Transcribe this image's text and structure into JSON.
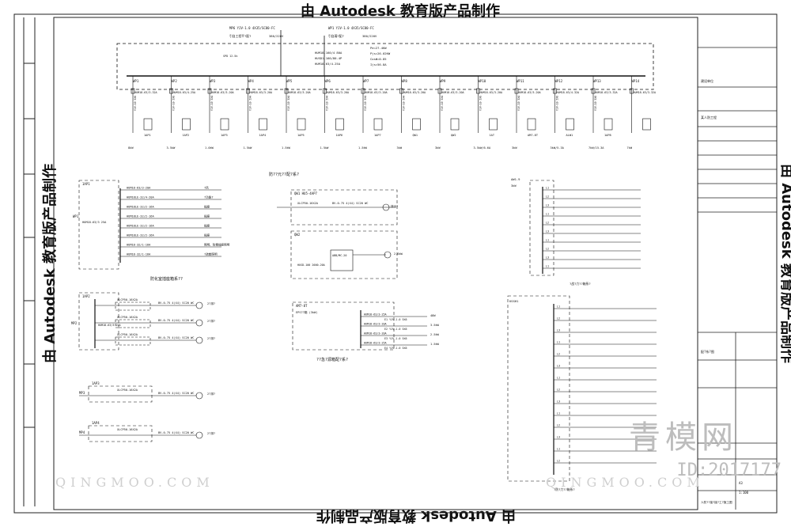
{
  "banner": "由 Autodesk 教育版产品制作",
  "watermark": {
    "main": "青模网",
    "site": "QINGMOO.COM",
    "id": "ID:2017177"
  },
  "top_feeds": {
    "mp_feed": "MP6 YJV-1.0 4X35/SC80-FC",
    "mp_src": "引自工程平?配?",
    "mp_rating": "380/220V",
    "wp_feed": "WP1 YJV-1.0 4X35/SC80-FC",
    "wp_src": "引自弱?配?",
    "wp_rating": "380/220V",
    "load_calc": [
      "Pe=27.4KW",
      "Pjs=26.02KW",
      "CosΦ=0.85",
      "Ijs=56.8A"
    ],
    "main_breaker": "HUM18-160/4 80A",
    "main_iso": "HUSD1-160/80-4P",
    "spd": "HUM18-63/4-25A",
    "spd_note": "SPD 12.5k"
  },
  "circuits": [
    {
      "id": "WP1",
      "breaker": "HUM18-63/3-32A",
      "cable": "YJV-10 5X6",
      "dest": "1AP1",
      "load": "8kW"
    },
    {
      "id": "WP2",
      "breaker": "HUM18-63/4-25A",
      "cable": "YJV-10 5X6",
      "dest": "1AP2",
      "load": "3.5kW"
    },
    {
      "id": "WP3",
      "breaker": "HUM18-63/3-20A",
      "cable": "YJV-10 5X4",
      "dest": "1AP3",
      "load": "1.0kW"
    },
    {
      "id": "WP4",
      "breaker": "HUM18-63/3-20A",
      "cable": "YJV-10 5X4",
      "dest": "1AP4",
      "load": "1.5kW"
    },
    {
      "id": "WP5",
      "breaker": "HUM18-63/3-20A",
      "cable": "YJV-10 5X4",
      "dest": "1AP5",
      "load": "1.5kW"
    },
    {
      "id": "WP6",
      "breaker": "HUM18-63/3-20A",
      "cable": "YJV-10 5X4",
      "dest": "1AP6",
      "load": "1.5kW"
    },
    {
      "id": "WP7",
      "breaker": "HUM18-63/3-20A",
      "cable": "YJV-10 5X4",
      "dest": "1AP7",
      "load": "1.5kW"
    },
    {
      "id": "WP8",
      "breaker": "HUM18-63/3-20A",
      "cable": "YJV-10 5X4",
      "dest": "QW1",
      "load": "3kW"
    },
    {
      "id": "WP9",
      "breaker": "HUM18-63/3-20A",
      "cable": "YJV-10 5X4",
      "dest": "QW2",
      "load": "3kW"
    },
    {
      "id": "WP10",
      "breaker": "HUM18-63/3-20A",
      "cable": "YJV-10 5X6",
      "dest": "1AT",
      "load": "3.5kW/6.6A"
    },
    {
      "id": "WP11",
      "breaker": "HUM18-63/3-20A",
      "cable": "YJV-10 5X4",
      "dest": "AM7-8T",
      "load": "3kW"
    },
    {
      "id": "WP12",
      "breaker": "HUM18-63/4-32A",
      "cable": "YJV-10 5X6",
      "dest": "ALW1",
      "load": "3kW/5.3A"
    },
    {
      "id": "WP13",
      "breaker": "HUM18-63/3-32A",
      "cable": "YJV-10 5X6",
      "dest": "1AP8",
      "load": "7kW/15.3A"
    },
    {
      "id": "WP14",
      "breaker": "HUM18-63/3-32A",
      "cable": "",
      "dest": "",
      "load": "7kW"
    }
  ],
  "panel_1ap1": {
    "tag": "1AP1",
    "inlet": "WP1",
    "main": "HUM18-63/3 25A",
    "rows": [
      {
        "breaker": "HUM18-63/3-20A",
        "desc": "?风"
      },
      {
        "breaker": "HUM18LE-32/4-20A",
        "desc": "?功能?"
      },
      {
        "breaker": "HUM18LE-32/2-16A",
        "desc": "插座"
      },
      {
        "breaker": "HUM18LE-32/2-16A",
        "desc": "插座"
      },
      {
        "breaker": "HUM18LE-32/2-16A",
        "desc": "插座"
      },
      {
        "breaker": "HUM18LE-32/2-16A",
        "desc": "插座"
      },
      {
        "breaker": "HUM18-32/1-16A",
        "desc": "照明、除毒插座照明"
      },
      {
        "breaker": "HUM18-32/1-16A",
        "desc": "?疏散照明"
      }
    ],
    "caption": "防化室插座箱系??"
  },
  "panel_mp2": {
    "tag": "1AP2",
    "inlet": "MP2",
    "main": "HUM18-63/3 25A",
    "rows": [
      "XLCP50-16X2A",
      "XLCP50-16X2A",
      "XLCP50-16X2A"
    ],
    "cable": "BV-0.75 4(X4) SC20 WC",
    "out": "2?排?"
  },
  "panel_mp3": {
    "tag": "1AP3",
    "inlet": "MP3",
    "breaker": "XLCP50-16X2A",
    "cable": "BV-0.75 4(X4) SC20 WC",
    "out": "2?排?"
  },
  "panel_mp4": {
    "tag": "1AP4",
    "inlet": "MP4",
    "breaker": "XLCP50-16X2A",
    "cable": "BV-0.75 4(X4) SC20 WC",
    "out": "2?排?"
  },
  "panel_water": {
    "caption": "防??元??配?系?",
    "qw1": "QW1 HU5-4AP7",
    "qw2": "QW2",
    "breaker": "XLCP50-16X2A",
    "cable": "BV-0.75 4(X4) SC20 WC",
    "pump": "排污?",
    "load": "2.6kW",
    "ctrl": "HUSD-100 2000-20A",
    "inv": "ABB/MC-20"
  },
  "panel_eps": {
    "tag": "AM7-8T",
    "sub": "EPS??箱 (3kW)",
    "rows": [
      {
        "breaker": "HUM18-63/3-25A",
        "cable": "E1 YJV-1.0 5X6",
        "load": "48W"
      },
      {
        "breaker": "HUM18-63/3-20A",
        "cable": "E2 YJV-1.0 5X6",
        "load": "3.5kW"
      },
      {
        "breaker": "HUM18-63/3-20A",
        "cable": "E3 YJV-1.0 5X6",
        "load": "2.5kW"
      },
      {
        "breaker": "HUM18-63/3-25A",
        "cable": "E4 YJV-1.0 5X6",
        "load": "1.5kW"
      }
    ],
    "caption": "??急?源箱配?系?"
  },
  "panel_right1": {
    "tag": "AW1-9",
    "note": "3kW",
    "rows": [
      "L1",
      "L2",
      "L3",
      "L1",
      "L2",
      "L3",
      "L1",
      "L2",
      "L3",
      "L1"
    ],
    "caption": "?战?力??箱系?"
  },
  "panel_right2": {
    "tag": "KSSH1",
    "rows": [
      "L1",
      "L2",
      "L3",
      "L1",
      "L2",
      "L3",
      "L1",
      "L2",
      "L3",
      "L1",
      "L2",
      "L3",
      "L1",
      "L2"
    ],
    "caption": "?防?力??箱系?"
  },
  "title_block": {
    "owner": "建设单位",
    "project": "某人防工程",
    "drawing": "配?系?图",
    "scale": "1:100",
    "sheet": "A3",
    "note": "人防??接?接?工?施工图"
  }
}
